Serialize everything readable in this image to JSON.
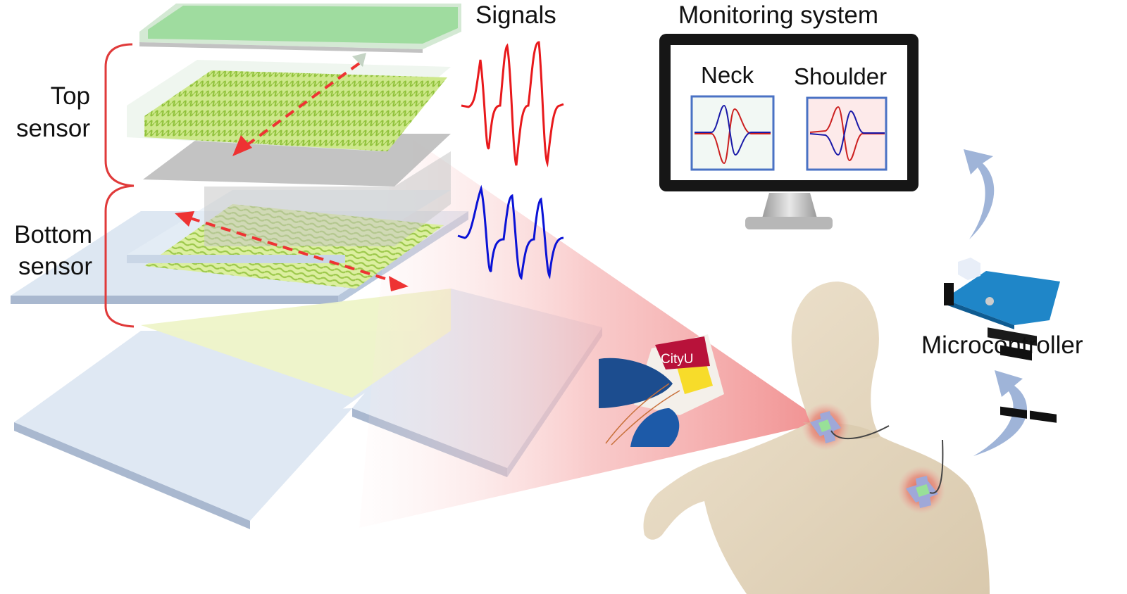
{
  "labels": {
    "signals": "Signals",
    "monitoring_system": "Monitoring system",
    "top_sensor_line1": "Top",
    "top_sensor_line2": "sensor",
    "bottom_sensor_line1": "Bottom",
    "bottom_sensor_line2": "sensor",
    "neck": "Neck",
    "shoulder": "Shoulder",
    "microcontroller": "Microcontroller"
  },
  "logo_text": "CityU",
  "colors": {
    "signal_red": "#e8191c",
    "signal_blue": "#0a12d6",
    "bracket_red": "#e03a3a",
    "arrow_red": "#ee3333",
    "top_film_green": "#9fdc9f",
    "mesh_green": "#b8dc5a",
    "gray_layer": "#b9b9b9",
    "base_blue": "#dfe8f3",
    "panel_border": "#4a72c4",
    "flow_arrow": "#9fb4d8",
    "skin": "#e9dcc6",
    "board_blue": "#1f86c8"
  }
}
